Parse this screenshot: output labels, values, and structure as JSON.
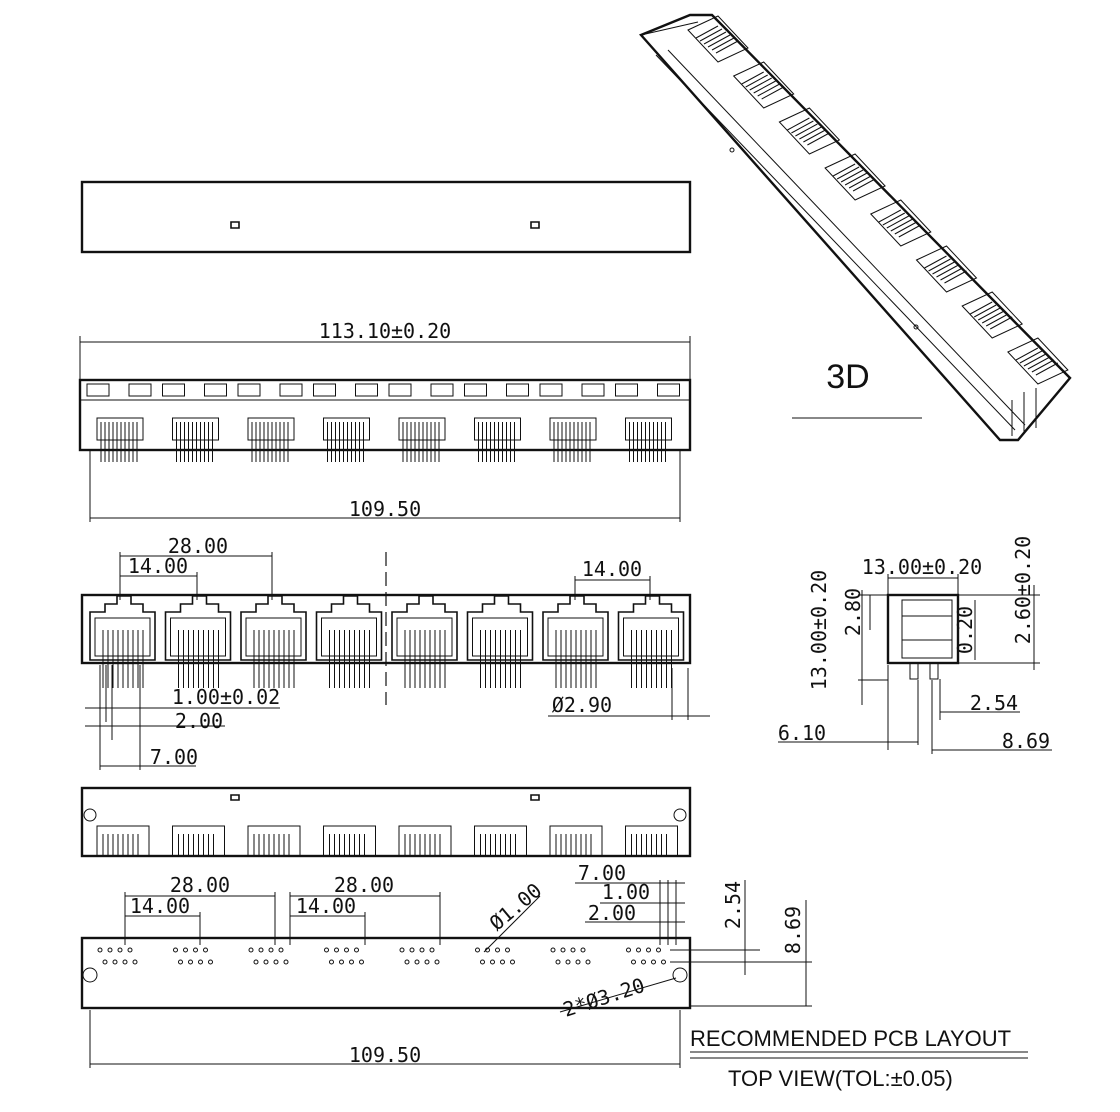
{
  "views": {
    "front_top": {
      "overall_width": "113.10±0.20",
      "pin_span": "109.50"
    },
    "front_ports": {
      "pitch_double": "28.00",
      "pitch_single": "14.00",
      "pitch_single_right": "14.00",
      "pin_width": "1.00±0.02",
      "pin_pitch": "2.00",
      "first_pin_offset": "7.00",
      "post_diameter": "Ø2.90"
    },
    "side": {
      "depth": "13.00±0.20",
      "height": "13.00±0.20",
      "top_offset": "2.80",
      "right_height": "2.60±0.20",
      "right_small": "0.20",
      "row_pitch": "2.54",
      "post_offset": "6.10",
      "total_depth": "8.69"
    },
    "pcb": {
      "pitch_double_left": "28.00",
      "pitch_single_left": "14.00",
      "pitch_double_mid": "28.00",
      "pitch_single_mid": "14.00",
      "hole_diameter": "Ø1.00",
      "offset_700": "7.00",
      "offset_100": "1.00",
      "offset_200": "2.00",
      "vertical_254": "2.54",
      "vertical_869": "8.69",
      "mount_holes": "2*Ø3.20",
      "span": "109.50"
    },
    "iso": {
      "label": "3D"
    }
  },
  "title_block": {
    "line1": "RECOMMENDED PCB LAYOUT",
    "line2": "TOP VIEW(TOL:±0.05)"
  },
  "port_count": 8
}
